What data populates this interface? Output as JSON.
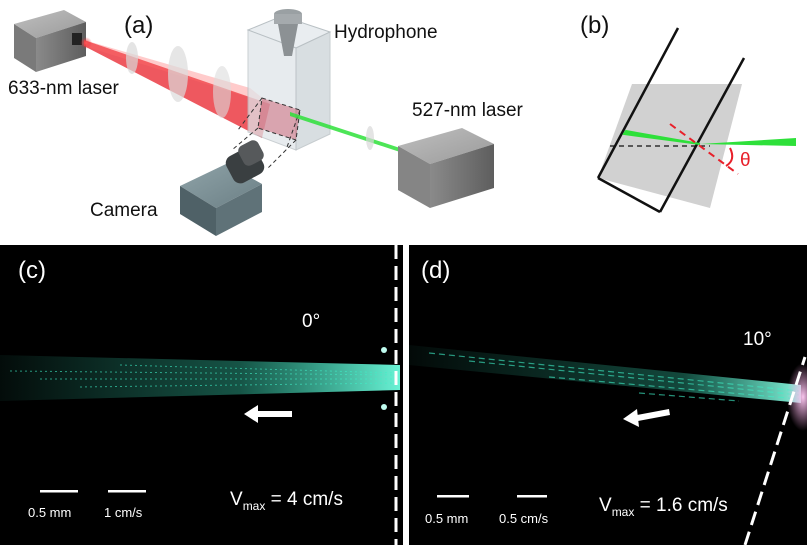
{
  "panel_a": {
    "label": "(a)",
    "hydrophone": "Hydrophone",
    "red_laser": "633-nm laser",
    "green_laser": "527-nm laser",
    "camera": "Camera"
  },
  "panel_b": {
    "label": "(b)",
    "angle_symbol": "θ"
  },
  "panel_c": {
    "label": "(c)",
    "angle": "0°",
    "scale_length": "0.5 mm",
    "scale_velocity": "1 cm/s",
    "vmax_prefix": "V",
    "vmax_sub": "max",
    "vmax_value": " = 4 cm/s"
  },
  "panel_d": {
    "label": "(d)",
    "angle": "10°",
    "scale_length": "0.5 mm",
    "scale_velocity": "0.5 cm/s",
    "vmax_prefix": "V",
    "vmax_sub": "max",
    "vmax_value": " = 1.6 cm/s"
  },
  "colors": {
    "red_beam": "#e8202a",
    "green_beam": "#2ee03a",
    "jet_cyan": "#3ff0c8",
    "wall_pink": "#f4a0e0"
  }
}
